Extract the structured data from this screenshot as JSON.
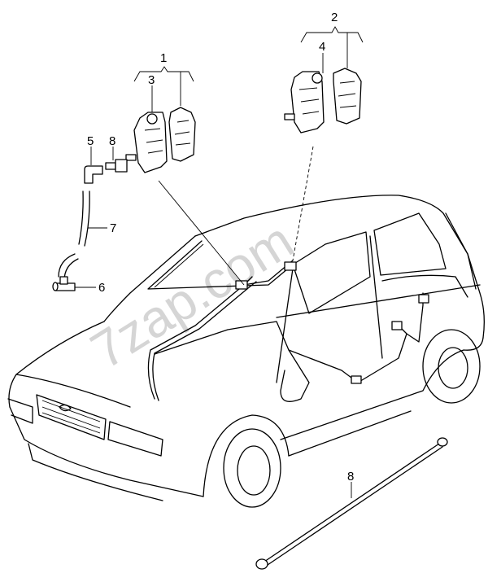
{
  "diagram": {
    "watermark": "7zap.com",
    "callouts": [
      {
        "id": "1",
        "text": "1"
      },
      {
        "id": "2",
        "text": "2"
      },
      {
        "id": "3",
        "text": "3"
      },
      {
        "id": "4",
        "text": "4"
      },
      {
        "id": "5",
        "text": "5"
      },
      {
        "id": "6",
        "text": "6"
      },
      {
        "id": "7",
        "text": "7"
      },
      {
        "id": "8a",
        "text": "8"
      },
      {
        "id": "8b",
        "text": "8"
      }
    ]
  }
}
